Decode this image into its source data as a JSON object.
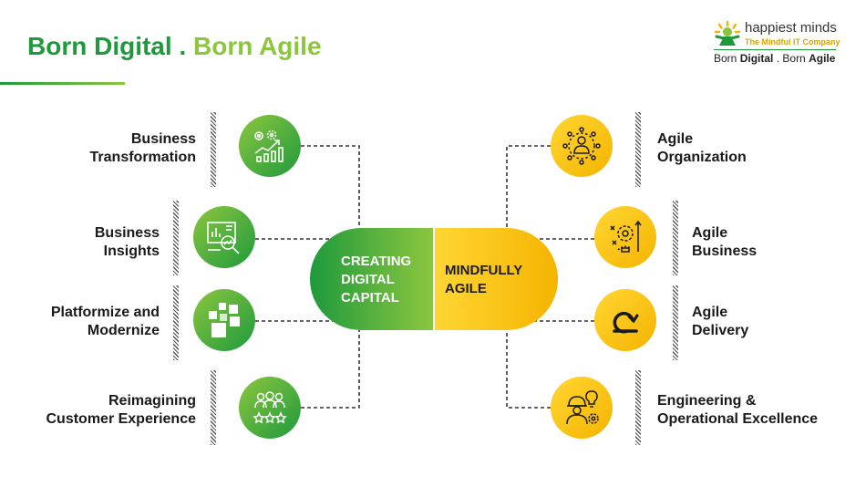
{
  "header": {
    "title_part1": "Born Digital .",
    "title_part2": "Born Agile"
  },
  "logo": {
    "name": "happiest minds",
    "tagline": "The Mindful IT Company",
    "slogan_part1": "Born",
    "slogan_part2": "Digital",
    "slogan_part3": ". Born",
    "slogan_part4": "Agile"
  },
  "center": {
    "left_lines": [
      "CREATING",
      "DIGITAL",
      "CAPITAL"
    ],
    "right_lines": [
      "MINDFULLY",
      "AGILE"
    ]
  },
  "left_items": [
    {
      "lines": [
        "Business",
        "Transformation"
      ],
      "icon": "growth-chart-gears-icon"
    },
    {
      "lines": [
        "Business",
        "Insights"
      ],
      "icon": "analytics-magnifier-icon"
    },
    {
      "lines": [
        "Platformize and",
        "Modernize"
      ],
      "icon": "blocks-icon"
    },
    {
      "lines": [
        "Reimagining",
        "Customer Experience"
      ],
      "icon": "customers-rating-icon"
    }
  ],
  "right_items": [
    {
      "lines": [
        "Agile",
        "Organization"
      ],
      "icon": "organization-network-icon"
    },
    {
      "lines": [
        "Agile",
        "Business"
      ],
      "icon": "strategy-gear-icon"
    },
    {
      "lines": [
        "Agile",
        "Delivery"
      ],
      "icon": "iteration-loop-icon"
    },
    {
      "lines": [
        "Engineering &",
        "Operational Excellence"
      ],
      "icon": "engineer-idea-icon"
    }
  ],
  "colors": {
    "green_dark": "#1e9a3c",
    "green_light": "#8cc63f",
    "yellow_light": "#ffd633",
    "yellow_dark": "#f5b400"
  }
}
